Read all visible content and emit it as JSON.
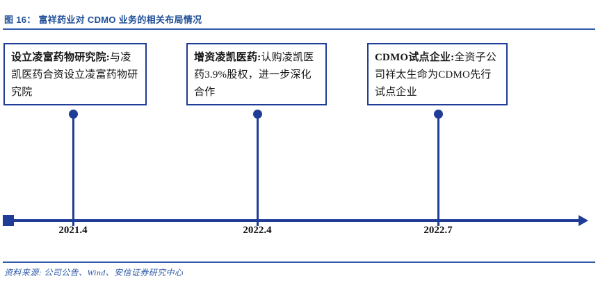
{
  "header": {
    "title": "图 16： 富祥药业对 CDMO 业务的相关布局情况",
    "title_color": "#1F4E96",
    "rule_color": "#2F5AA8"
  },
  "theme": {
    "accent": "#1F3C96",
    "box_border": "#1F3C96",
    "label_color": "#111111",
    "source_color": "#2F5AA8",
    "background": "#FFFFFF"
  },
  "timeline": {
    "axis_marker": "square-start-marker",
    "axis_arrow": "right-arrowhead",
    "events": [
      {
        "lead": "设立凌富药物研究院:",
        "body": "与凌凯医药合资设立凌富药物研究院",
        "date": "2021.4"
      },
      {
        "lead": "增资凌凯医药:",
        "body": "认购凌凯医药3.9%股权，进一步深化合作",
        "date": "2022.4"
      },
      {
        "lead": "CDMO试点企业:",
        "body": "全资子公司祥太生命为CDMO先行试点企业",
        "date": "2022.7"
      }
    ]
  },
  "footer": {
    "source": "资料来源: 公司公告、Wind、安信证券研究中心"
  }
}
